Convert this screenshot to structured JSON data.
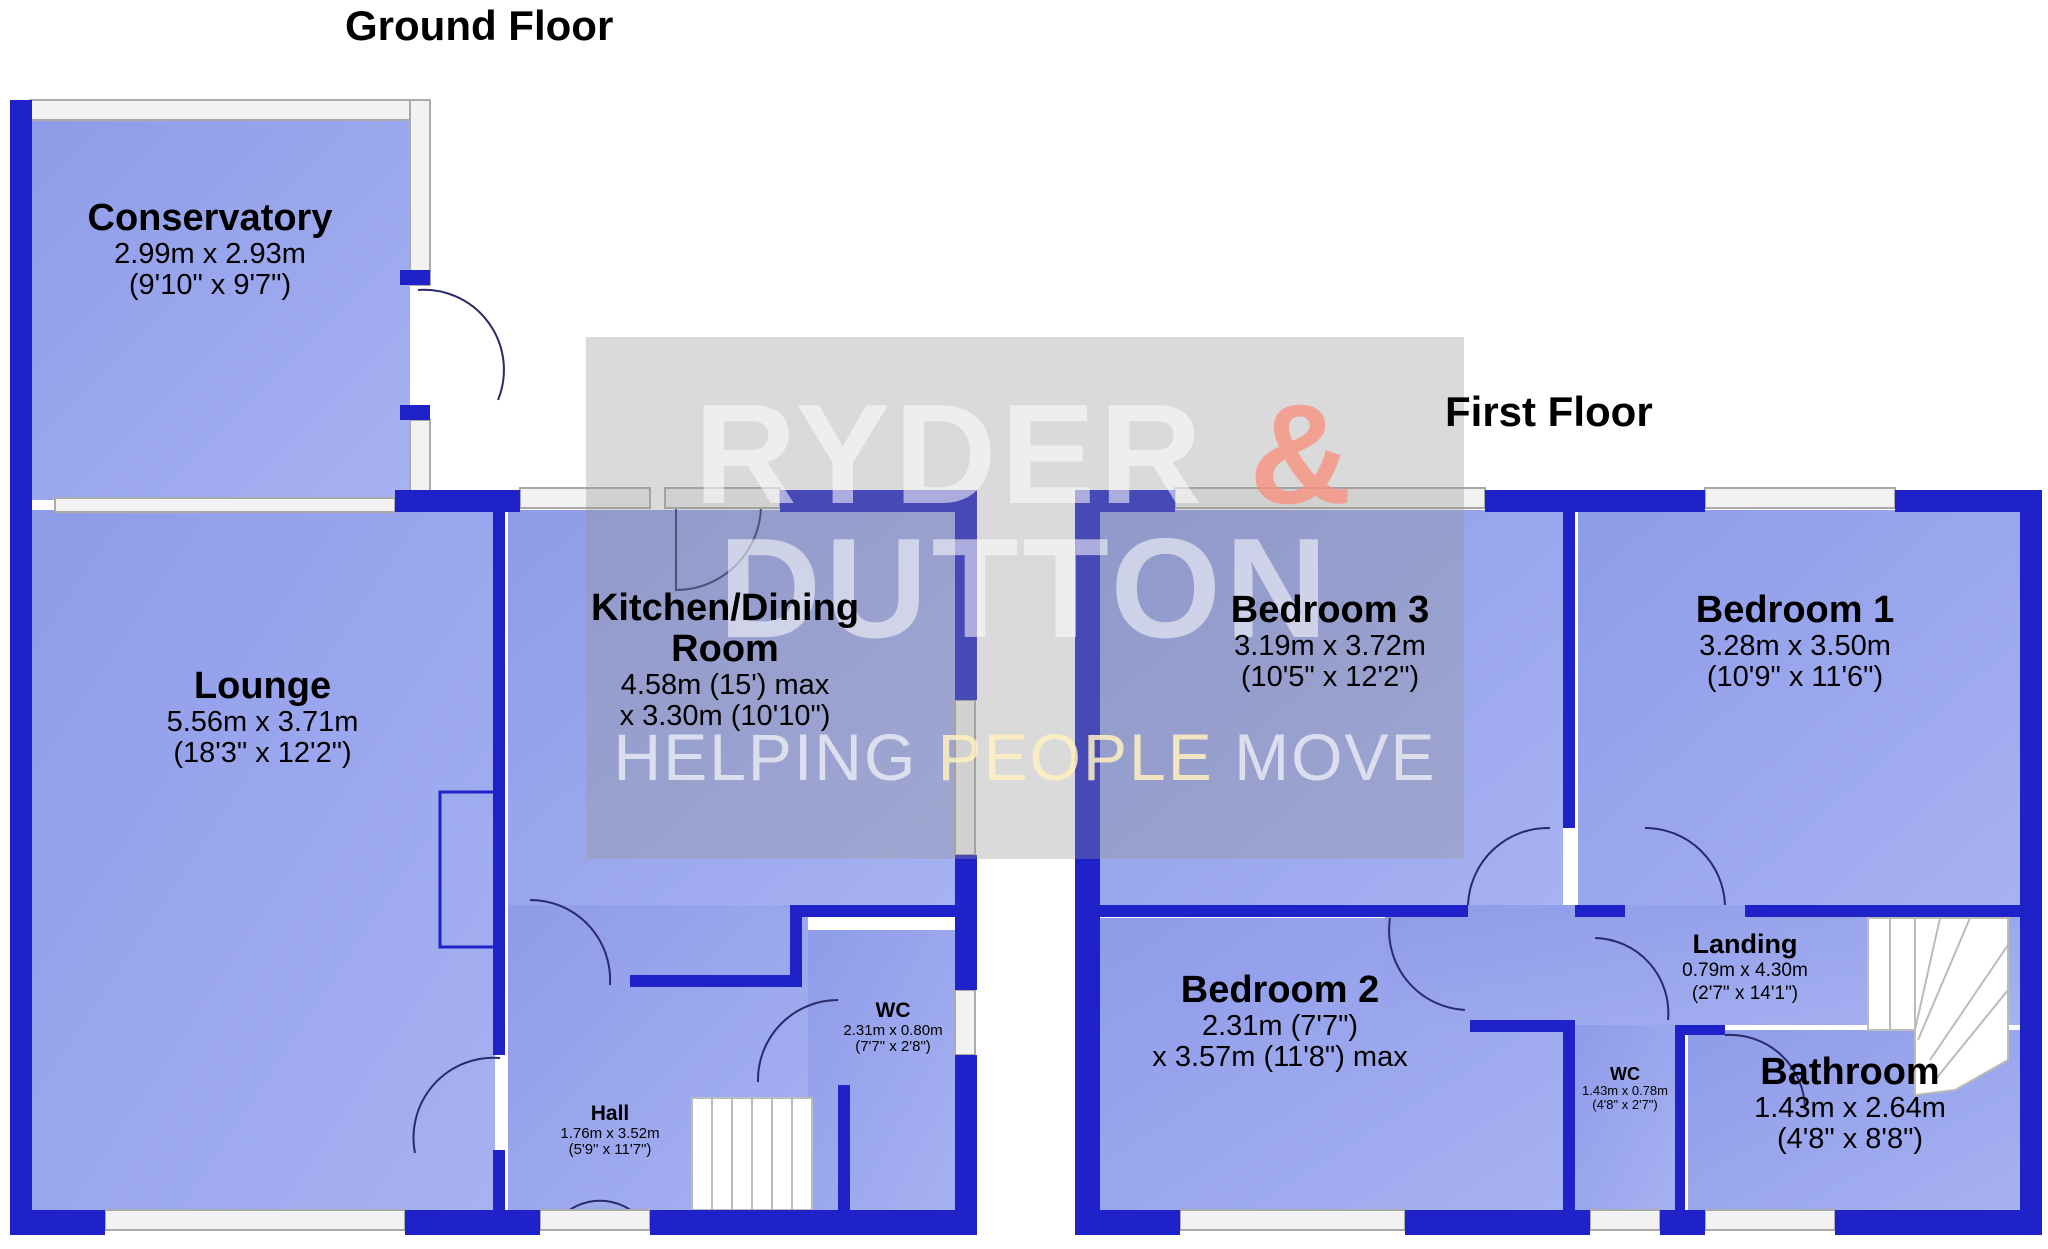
{
  "floors": {
    "ground": {
      "title": "Ground Floor"
    },
    "first": {
      "title": "First Floor"
    }
  },
  "rooms": {
    "conservatory": {
      "name": "Conservatory",
      "dim1": "2.99m x 2.93m",
      "dim2": "(9'10\" x 9'7\")"
    },
    "lounge": {
      "name": "Lounge",
      "dim1": "5.56m x 3.71m",
      "dim2": "(18'3\" x 12'2\")"
    },
    "kitchen": {
      "name1": "Kitchen/Dining",
      "name2": "Room",
      "dim1": "4.58m (15') max",
      "dim2": "x 3.30m (10'10\")"
    },
    "wc_ground": {
      "name": "WC",
      "dim1": "2.31m x 0.80m",
      "dim2": "(7'7\" x 2'8\")"
    },
    "hall": {
      "name": "Hall",
      "dim1": "1.76m x 3.52m",
      "dim2": "(5'9\" x 11'7\")"
    },
    "bedroom3": {
      "name": "Bedroom 3",
      "dim1": "3.19m x 3.72m",
      "dim2": "(10'5\" x 12'2\")"
    },
    "bedroom1": {
      "name": "Bedroom 1",
      "dim1": "3.28m x 3.50m",
      "dim2": "(10'9\" x 11'6\")"
    },
    "bedroom2": {
      "name": "Bedroom 2",
      "dim1": "2.31m (7'7\")",
      "dim2": "x 3.57m (11'8\") max"
    },
    "landing": {
      "name": "Landing",
      "dim1": "0.79m x 4.30m",
      "dim2": "(2'7\" x 14'1\")"
    },
    "wc_first": {
      "name": "WC",
      "dim1": "1.43m x 0.78m",
      "dim2": "(4'8\" x 2'7\")"
    },
    "bathroom": {
      "name": "Bathroom",
      "dim1": "1.43m x 2.64m",
      "dim2": "(4'8\" x 8'8\")"
    }
  },
  "watermark": {
    "line1": "RYDER",
    "amp": "&",
    "line2": "DUTTON",
    "tag_pre": "HELPING ",
    "tag_hl": "PEOPLE",
    "tag_post": " MOVE"
  },
  "colors": {
    "wall": "#1e22c8",
    "floor": "#9aa6ee",
    "window": "#f2f2f2"
  }
}
